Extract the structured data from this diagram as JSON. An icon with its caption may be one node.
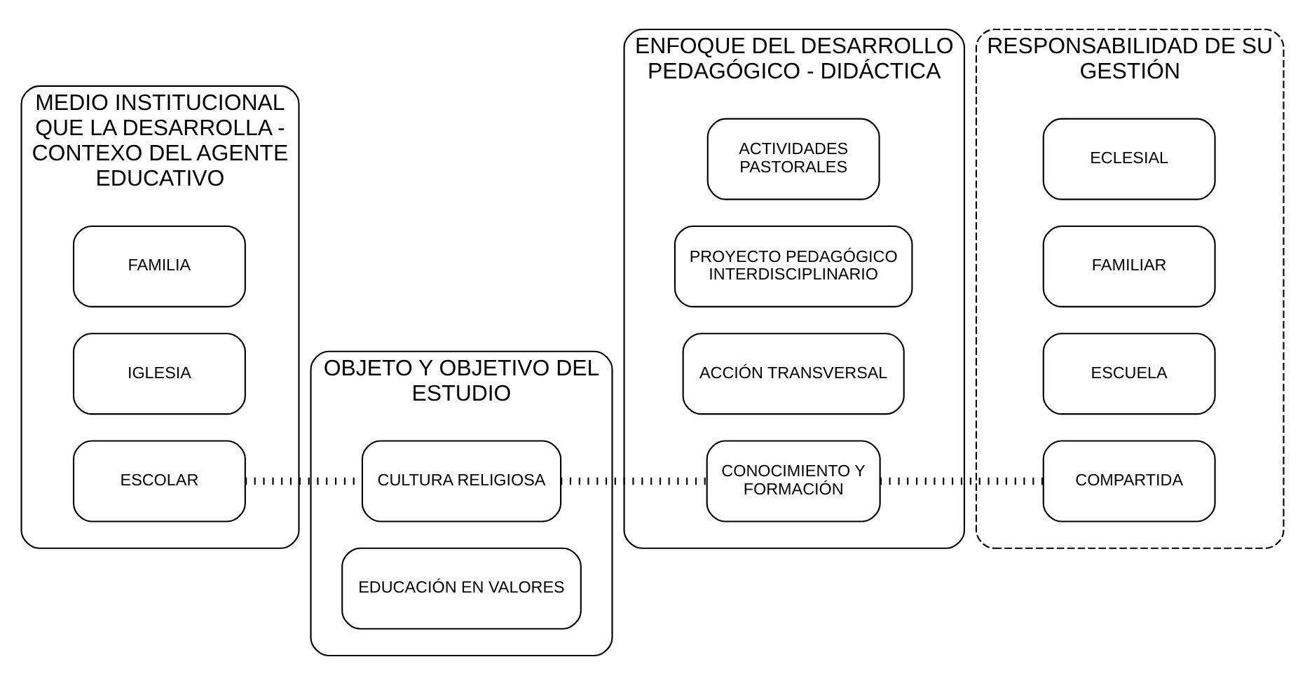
{
  "diagram": {
    "nodes": [
      {
        "text": [
          "MEDIO INSTITUCIONAL QUE LA DESARROLLA - CONTEXO DEL AGENTE EDUCATIVO"
        ]
      },
      {
        "text": [
          "FAMILIA"
        ],
        "in": 0
      },
      {
        "text": [
          "IGLESIA"
        ],
        "in": 0
      },
      {
        "text": [
          "ESCOLAR"
        ],
        "in": 0
      },
      {
        "text": [
          "OBJETO Y OBJETIVO DEL ESTUDIO"
        ]
      },
      {
        "text": [
          "CULTURA RELIGIOSA"
        ],
        "in": 4
      },
      {
        "text": [
          "EDUCACIÓN EN VALORES"
        ],
        "in": 4
      },
      {
        "text": [
          "ENFOQUE DEL DESARROLLO PEDAGÓGICO - DIDÁCTICA"
        ]
      },
      {
        "text": [
          "ACTIVIDADES PASTORALES"
        ],
        "in": 7
      },
      {
        "text": [
          "PROYECTO PEDAGÓGICO INTERDISCIPLINARIO"
        ],
        "in": 7
      },
      {
        "text": [
          "ACCIÓN TRANSVERSAL"
        ],
        "in": 7
      },
      {
        "text": [
          "CONOCIMIENTO Y FORMACIÓN"
        ],
        "in": 7
      },
      {
        "text": [
          "RESPONSABILIDAD DE SU GESTIÓN"
        ]
      },
      {
        "text": [
          "ECLESIAL"
        ],
        "in": 12
      },
      {
        "text": [
          "FAMILIAR"
        ],
        "in": 12
      },
      {
        "text": [
          "ESCUELA"
        ],
        "in": 12
      },
      {
        "text": [
          "COMPARTIDA"
        ],
        "in": 12
      }
    ],
    "edges": [
      {
        "from": 3,
        "to": 5,
        "arrow": "none"
      },
      {
        "from": 5,
        "to": 11,
        "arrow": "none"
      },
      {
        "from": 11,
        "to": 16,
        "arrow": "none"
      }
    ]
  }
}
